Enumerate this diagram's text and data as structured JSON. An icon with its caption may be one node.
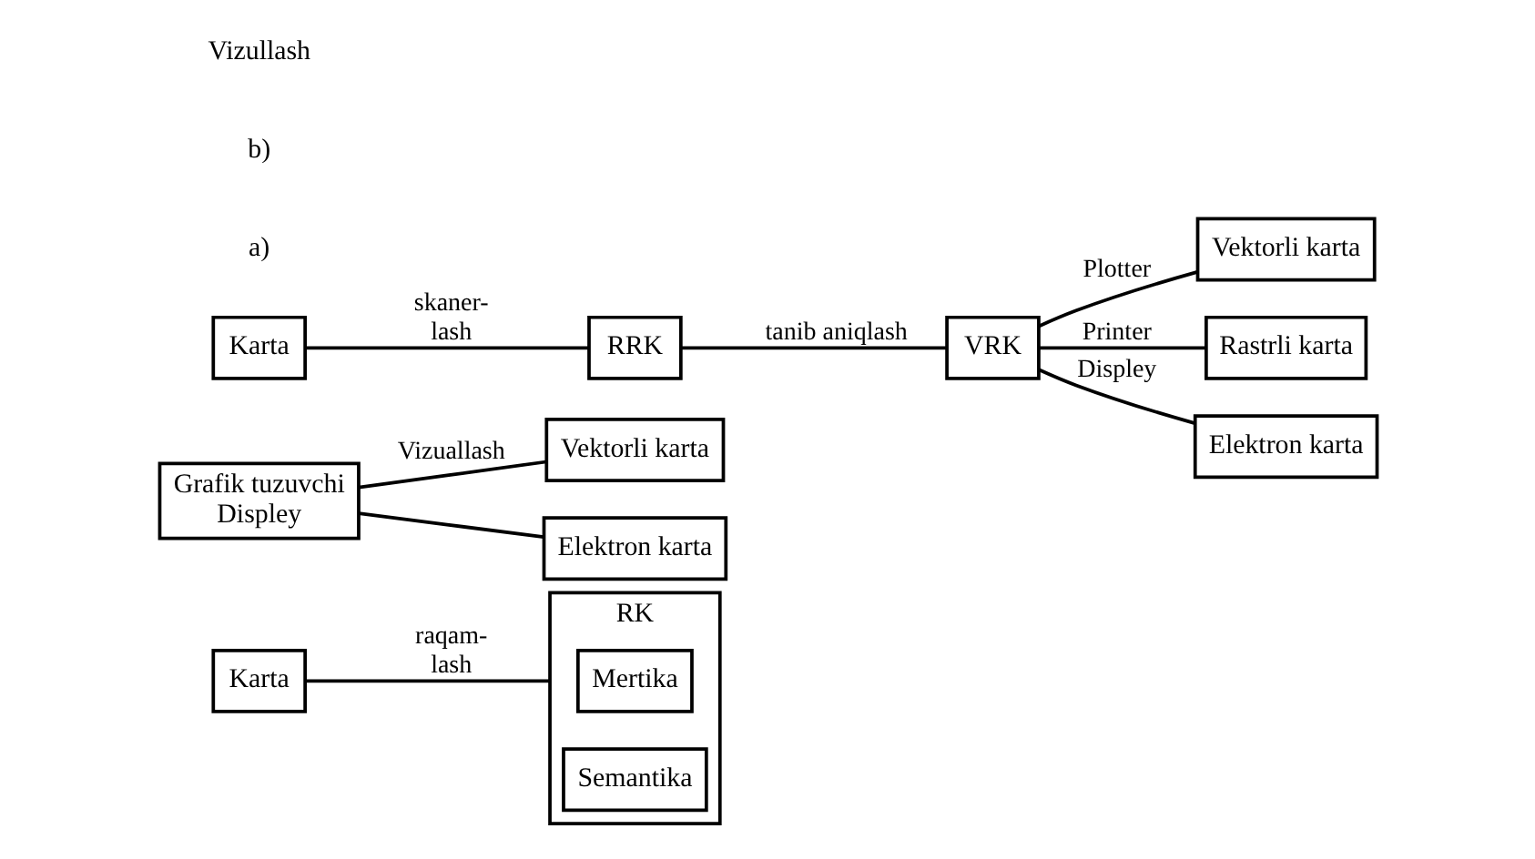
{
  "diagram": {
    "nodes": [
      {
        "text": [
          "Karta"
        ]
      },
      {
        "text": [
          "RK"
        ]
      },
      {
        "text": [
          "Mertika"
        ],
        "in": 1
      },
      {
        "text": [
          "Semantika"
        ],
        "in": 1
      },
      {
        "text": [
          "Grafik tuzuvchi",
          "Displey"
        ]
      },
      {
        "text": [
          "Vektorli karta"
        ]
      },
      {
        "text": [
          "Elektron karta"
        ]
      },
      {
        "text": [
          "Karta"
        ]
      },
      {
        "text": [
          "RRK"
        ]
      },
      {
        "text": [
          "VRK"
        ]
      },
      {
        "text": [
          "Vektorli karta"
        ]
      },
      {
        "text": [
          "Rastrli karta"
        ]
      },
      {
        "text": [
          "Elektron karta"
        ]
      }
    ],
    "edges": [
      {
        "from": 0,
        "to": 1,
        "arrow": "none",
        "label": "raqam- lash"
      },
      {
        "from": 4,
        "to": 5,
        "arrow": "none",
        "label": "Vizuallash"
      },
      {
        "from": 4,
        "to": 6,
        "arrow": "none"
      },
      {
        "from": 7,
        "to": 8,
        "arrow": "none",
        "label": "skaner- lash"
      },
      {
        "from": 8,
        "to": 9,
        "arrow": "none",
        "label": "tanib aniqlash"
      },
      {
        "from": 9,
        "to": 10,
        "arrow": "none",
        "label": "Plotter"
      },
      {
        "from": 9,
        "to": 11,
        "arrow": "none",
        "label": "Printer"
      },
      {
        "from": 9,
        "to": 12,
        "arrow": "none",
        "label": "Displey"
      }
    ],
    "labels": [
      "a)",
      "b)",
      "Vizullash"
    ]
  }
}
